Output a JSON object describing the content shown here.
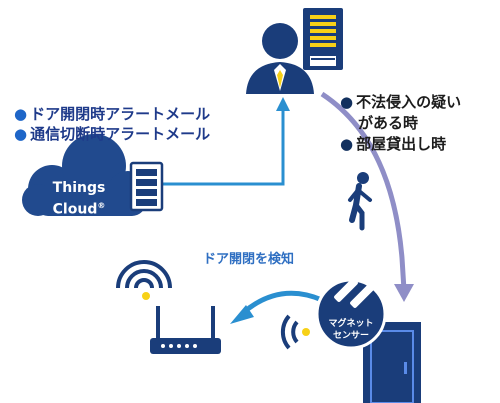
{
  "alerts": {
    "items": [
      "ドア開閉時アラートメール",
      "通信切断時アラートメール"
    ],
    "bullet": "●"
  },
  "conditions": {
    "line1": "不法侵入の疑い",
    "line2": "がある時",
    "line3": "部屋貸出し時",
    "bullet": "●"
  },
  "cloud": {
    "line1": "Things",
    "line2": "Cloud",
    "mark": "®"
  },
  "detect_label": "ドア開閉を検知",
  "sensor": {
    "line1": "マグネット",
    "line2": "センサー"
  },
  "colors": {
    "navy": "#1a3d7a",
    "cloud": "#214a8e",
    "arrow_blue": "#2a8fd0",
    "arrow_purple": "#8f8ec7",
    "accent_yellow": "#f7d117",
    "white": "#ffffff"
  },
  "icons": [
    "server-icon",
    "admin-person-icon",
    "cloud-icon",
    "walking-person-icon",
    "wifi-router-icon",
    "magnet-sensor-icon",
    "door-icon",
    "wireless-signal-icon"
  ]
}
